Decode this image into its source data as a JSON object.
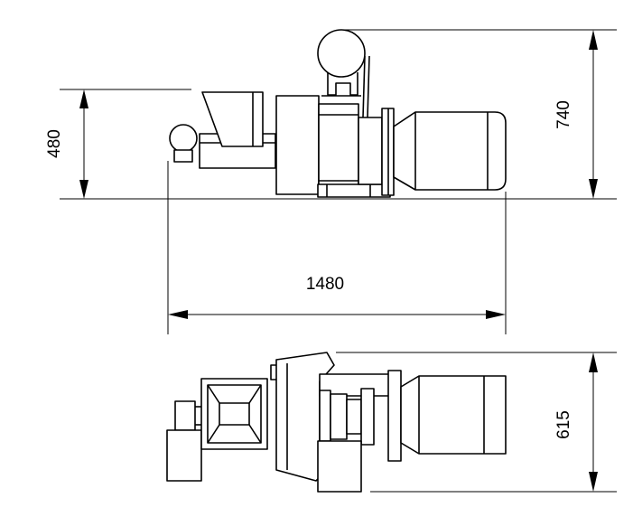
{
  "dimensions": {
    "overall_height": "740",
    "inlet_height": "480",
    "overall_length": "1480",
    "overall_width": "615"
  },
  "colors": {
    "line": "#000000",
    "background": "#ffffff"
  }
}
